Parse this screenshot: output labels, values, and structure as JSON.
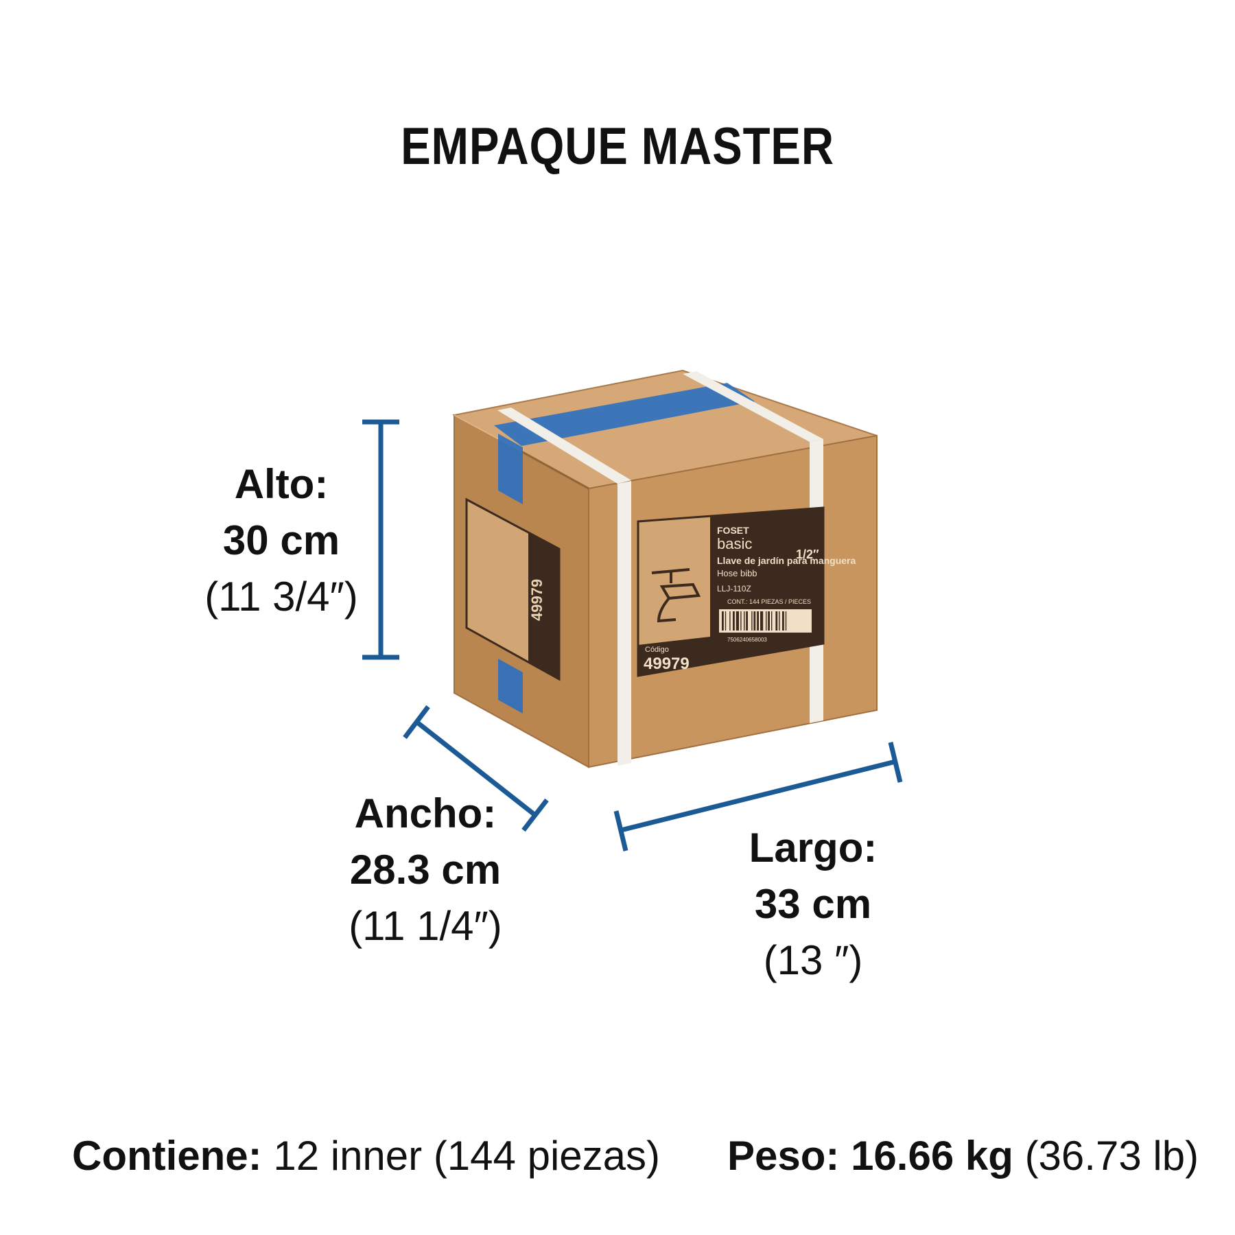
{
  "title": "EMPAQUE MASTER",
  "dimensions": {
    "alto": {
      "label": "Alto:",
      "metric": "30 cm",
      "imperial": "(11 3/4″)"
    },
    "ancho": {
      "label": "Ancho:",
      "metric": "28.3 cm",
      "imperial": "(11 1/4″)"
    },
    "largo": {
      "label": "Largo:",
      "metric": "33 cm",
      "imperial": "(13 ″)"
    }
  },
  "contents": {
    "label": "Contiene:",
    "value": "12 inner (144 piezas)"
  },
  "weight": {
    "label": "Peso:",
    "metric": "16.66 kg",
    "imperial": "(36.73 lb)"
  },
  "box_label": {
    "brand": "FOSET",
    "line": "basic",
    "product_es": "Llave de jardín para manguera",
    "product_en": "Hose bibb",
    "size": "1/2″",
    "clave": "LLJ-110Z",
    "contents": "CONT.: 144 PIEZAS / PIECES",
    "code_label": "Código",
    "code": "49979",
    "barcode_number": "7506240658003"
  },
  "colors": {
    "dimension_lines": "#1c5a96",
    "box_front": "#c9955f",
    "box_side": "#b98650",
    "box_top": "#d6a878",
    "label_dark": "#3b2a1d",
    "tape_blue": "#2b6fbf",
    "strap": "#f2efe9"
  }
}
